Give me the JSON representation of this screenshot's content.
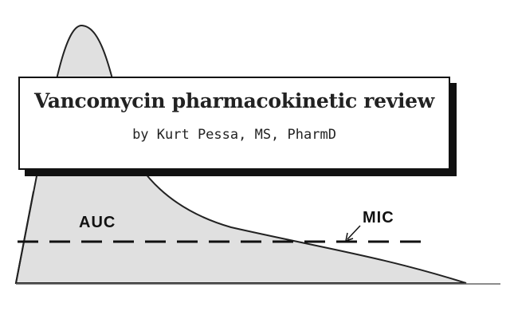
{
  "title_card": {
    "title": "Vancomycin pharmacokinetic review",
    "byline": "by Kurt Pessa, MS, PharmD"
  },
  "labels": {
    "auc": "AUC",
    "mic": "MIC"
  },
  "colors": {
    "curve_fill": "#e0e0e0",
    "stroke": "#222222",
    "card_shadow": "#111111"
  }
}
